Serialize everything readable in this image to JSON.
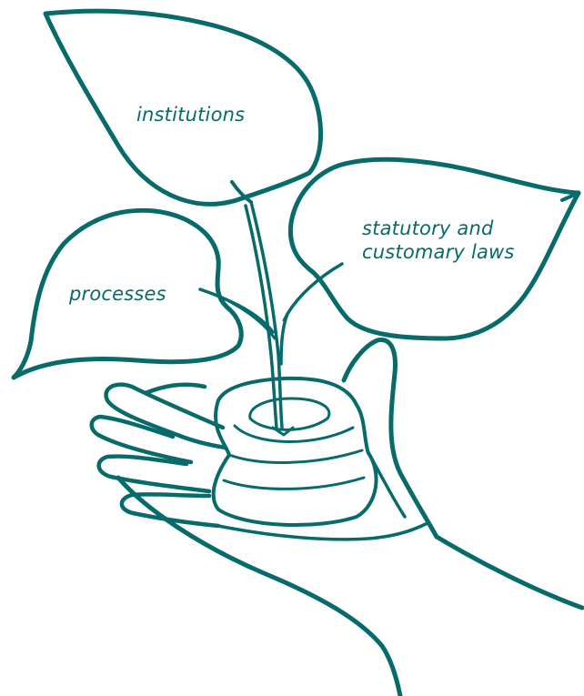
{
  "colors": {
    "ink": "#086b6b",
    "background": "#ffffff"
  },
  "leaves": {
    "top": {
      "label": "institutions"
    },
    "left": {
      "label": "processes"
    },
    "right": {
      "label_line1": "statutory and",
      "label_line2": "customary laws"
    }
  },
  "illustration": {
    "elements": [
      "hand-icon",
      "seedling-icon",
      "soil-sack-icon"
    ]
  }
}
